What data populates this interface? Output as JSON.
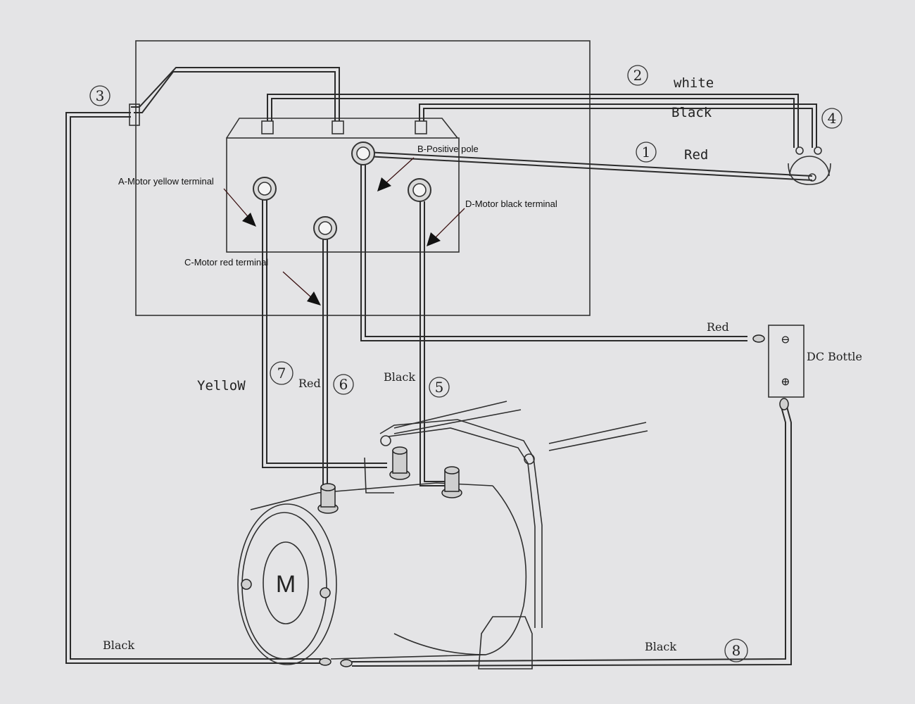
{
  "callouts": {
    "a": "A-Motor yellow terminal",
    "b": "B-Positive pole",
    "c": "C-Motor red terminal",
    "d": "D-Motor black terminal"
  },
  "wire_labels": {
    "white": "white",
    "black_top": "Black",
    "red_top": "Red",
    "red_battery": "Red",
    "yellow": "YelloW",
    "red_motor": "Red",
    "black_motor": "Black",
    "black_bottom_left": "Black",
    "black_bottom_right": "Black"
  },
  "numbers": [
    "1",
    "2",
    "3",
    "4",
    "5",
    "6",
    "7",
    "8"
  ],
  "battery": {
    "label": "DC Bottle",
    "negative_symbol": "⊖",
    "positive_symbol": "⊕"
  },
  "motor": {
    "label": "M"
  }
}
